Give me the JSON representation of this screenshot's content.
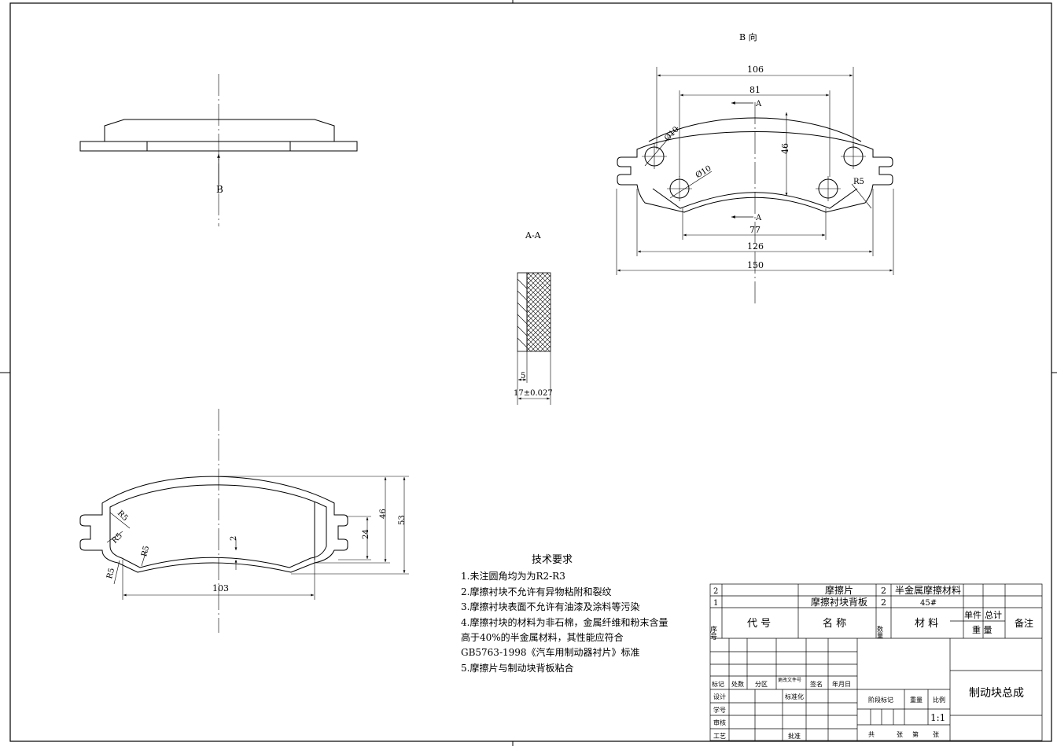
{
  "views": {
    "b_view_title": "B 向",
    "aa_title": "A-A",
    "arrow_b": "B",
    "section_a": "A"
  },
  "dimensions": {
    "d106": "106",
    "d81": "81",
    "d46": "46",
    "d77": "77",
    "d126": "126",
    "d150": "150",
    "hole1": "Ø10",
    "hole2": "Ø10",
    "r5": "R5",
    "d5": "5",
    "d17": "17±0.027",
    "d103": "103",
    "d2": "2",
    "d24": "24",
    "d46b": "46",
    "d53": "53"
  },
  "tech_requirements": {
    "title": "技术要求",
    "items": [
      "1.未注圆角均为为R2-R3",
      "2.摩擦衬块不允许有异物粘附和裂纹",
      "3.摩擦衬块表面不允许有油漆及涂料等污染",
      "4.摩擦衬块的材料为非石棉，金属纤维和粉末含量",
      "高于40%的半金属材料，其性能应符合",
      "GB5763-1998《汽车用制动器衬片》标准",
      "5.摩擦片与制动块背板粘合"
    ]
  },
  "title_block": {
    "parts": [
      {
        "no": "2",
        "name": "摩擦片",
        "qty": "2",
        "material": "半金属摩擦材料"
      },
      {
        "no": "1",
        "name": "摩擦衬块背板",
        "qty": "2",
        "material": "45#"
      }
    ],
    "headers": {
      "seq": "序号",
      "code": "代 号",
      "name": "名 称",
      "qty": "数量",
      "material": "材 料",
      "unit": "单件",
      "total": "总计",
      "weight": "重 量",
      "remark": "备注"
    },
    "rev_labels": [
      "标记",
      "处数",
      "分区",
      "更改文件号",
      "签名",
      "年月日"
    ],
    "sign_labels": [
      "设计",
      "学号",
      "审核",
      "工艺"
    ],
    "std_label": "标准化",
    "approve_label": "批准",
    "stage_label": "阶段标记",
    "weight_label": "重量",
    "scale_label": "比例",
    "scale_value": "1:1",
    "sheet_total": "共",
    "sheet_unit1": "张",
    "sheet_no": "第",
    "sheet_unit2": "张",
    "drawing_name": "制动块总成"
  }
}
